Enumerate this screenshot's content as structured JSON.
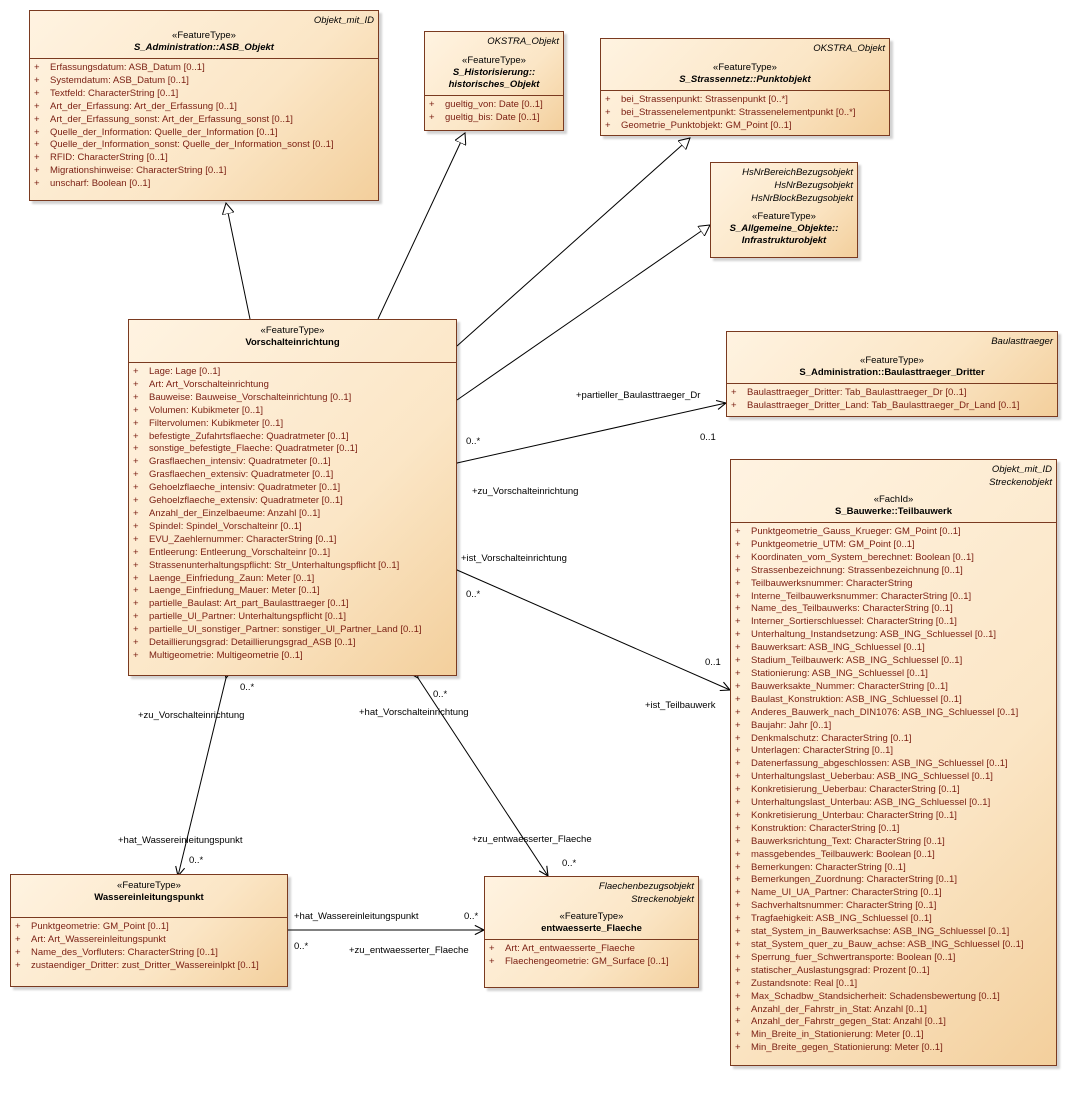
{
  "classes": {
    "asb_objekt": {
      "tags": [
        "Objekt_mit_ID"
      ],
      "stereotype": "«FeatureType»",
      "name": "S_Administration::ASB_Objekt",
      "attributes": [
        "Erfassungsdatum: ASB_Datum [0..1]",
        "Systemdatum: ASB_Datum [0..1]",
        "Textfeld: CharacterString [0..1]",
        "Art_der_Erfassung: Art_der_Erfassung [0..1]",
        "Art_der_Erfassung_sonst: Art_der_Erfassung_sonst [0..1]",
        "Quelle_der_Information: Quelle_der_Information [0..1]",
        "Quelle_der_Information_sonst: Quelle_der_Information_sonst [0..1]",
        "RFID: CharacterString [0..1]",
        "Migrationshinweise: CharacterString [0..1]",
        "unscharf: Boolean [0..1]"
      ]
    },
    "historisches_objekt": {
      "tags": [
        "OKSTRA_Objekt"
      ],
      "stereotype": "«FeatureType»",
      "name": "S_Historisierung::",
      "name2": "historisches_Objekt",
      "attributes": [
        "gueltig_von: Date [0..1]",
        "gueltig_bis: Date [0..1]"
      ]
    },
    "punktobjekt": {
      "tags": [
        "OKSTRA_Objekt"
      ],
      "stereotype": "«FeatureType»",
      "name": "S_Strassennetz::Punktobjekt",
      "attributes": [
        "bei_Strassenpunkt: Strassenpunkt [0..*]",
        "bei_Strassenelementpunkt: Strassenelementpunkt [0..*]",
        "Geometrie_Punktobjekt: GM_Point [0..1]"
      ]
    },
    "infrastrukturobjekt": {
      "tags": [
        "HsNrBereichBezugsobjekt",
        "HsNrBezugsobjekt",
        "HsNrBlockBezugsobjekt"
      ],
      "stereotype": "«FeatureType»",
      "name": "S_Allgemeine_Objekte::",
      "name2": "Infrastrukturobjekt",
      "attributes": []
    },
    "baulasttraeger": {
      "tags": [
        "Baulasttraeger"
      ],
      "stereotype": "«FeatureType»",
      "name": "S_Administration::Baulasttraeger_Dritter",
      "attributes": [
        "Baulasttraeger_Dritter: Tab_Baulasttraeger_Dr [0..1]",
        "Baulasttraeger_Dritter_Land: Tab_Baulasttraeger_Dr_Land [0..1]"
      ]
    },
    "vorschalteinrichtung": {
      "tags": [],
      "stereotype": "«FeatureType»",
      "name": "Vorschalteinrichtung",
      "attributes": [
        "Lage: Lage [0..1]",
        "Art: Art_Vorschalteinrichtung",
        "Bauweise: Bauweise_Vorschalteinrichtung [0..1]",
        "Volumen: Kubikmeter [0..1]",
        "Filtervolumen: Kubikmeter [0..1]",
        "befestigte_Zufahrtsflaeche: Quadratmeter [0..1]",
        "sonstige_befestigte_Flaeche: Quadratmeter [0..1]",
        "Grasflaechen_intensiv: Quadratmeter [0..1]",
        "Grasflaechen_extensiv: Quadratmeter [0..1]",
        "Gehoelzflaeche_intensiv: Quadratmeter [0..1]",
        "Gehoelzflaeche_extensiv: Quadratmeter [0..1]",
        "Anzahl_der_Einzelbaeume: Anzahl [0..1]",
        "Spindel: Spindel_Vorschalteinr [0..1]",
        "EVU_Zaehlernummer: CharacterString [0..1]",
        "Entleerung: Entleerung_Vorschalteinr [0..1]",
        "Strassenunterhaltungspflicht: Str_Unterhaltungspflicht [0..1]",
        "Laenge_Einfriedung_Zaun: Meter [0..1]",
        "Laenge_Einfriedung_Mauer: Meter [0..1]",
        "partielle_Baulast: Art_part_Baulasttraeger [0..1]",
        "partielle_Ul_Partner: Unterhaltungspflicht [0..1]",
        "partielle_Ul_sonstiger_Partner: sonstiger_Ul_Partner_Land [0..1]",
        "Detaillierungsgrad: Detaillierungsgrad_ASB [0..1]",
        "Multigeometrie: Multigeometrie [0..1]"
      ]
    },
    "teilbauwerk": {
      "tags": [
        "Objekt_mit_ID",
        "Streckenobjekt"
      ],
      "stereotype": "«FachId»",
      "name": "S_Bauwerke::Teilbauwerk",
      "attributes": [
        "Punktgeometrie_Gauss_Krueger: GM_Point [0..1]",
        "Punktgeometrie_UTM: GM_Point [0..1]",
        "Koordinaten_vom_System_berechnet: Boolean [0..1]",
        "Strassenbezeichnung: Strassenbezeichnung [0..1]",
        "Teilbauwerksnummer: CharacterString",
        "Interne_Teilbauwerksnummer: CharacterString [0..1]",
        "Name_des_Teilbauwerks: CharacterString [0..1]",
        "Interner_Sortierschluessel: CharacterString [0..1]",
        "Unterhaltung_Instandsetzung: ASB_ING_Schluessel [0..1]",
        "Bauwerksart: ASB_ING_Schluessel [0..1]",
        "Stadium_Teilbauwerk: ASB_ING_Schluessel [0..1]",
        "Stationierung: ASB_ING_Schluessel [0..1]",
        "Bauwerksakte_Nummer: CharacterString [0..1]",
        "Baulast_Konstruktion: ASB_ING_Schluessel [0..1]",
        "Anderes_Bauwerk_nach_DIN1076: ASB_ING_Schluessel [0..1]",
        "Baujahr: Jahr [0..1]",
        "Denkmalschutz: CharacterString [0..1]",
        "Unterlagen: CharacterString [0..1]",
        "Datenerfassung_abgeschlossen: ASB_ING_Schluessel [0..1]",
        "Unterhaltungslast_Ueberbau: ASB_ING_Schluessel [0..1]",
        "Konkretisierung_Ueberbau: CharacterString [0..1]",
        "Unterhaltungslast_Unterbau: ASB_ING_Schluessel [0..1]",
        "Konkretisierung_Unterbau: CharacterString [0..1]",
        "Konstruktion: CharacterString [0..1]",
        "Bauwerksrichtung_Text: CharacterString [0..1]",
        "massgebendes_Teilbauwerk: Boolean [0..1]",
        "Bemerkungen: CharacterString [0..1]",
        "Bemerkungen_Zuordnung: CharacterString [0..1]",
        "Name_UI_UA_Partner: CharacterString [0..1]",
        "Sachverhaltsnummer: CharacterString [0..1]",
        "Tragfaehigkeit: ASB_ING_Schluessel [0..1]",
        "stat_System_in_Bauwerksachse: ASB_ING_Schluessel [0..1]",
        "stat_System_quer_zu_Bauw_achse: ASB_ING_Schluessel [0..1]",
        "Sperrung_fuer_Schwertransporte: Boolean [0..1]",
        "statischer_Auslastungsgrad: Prozent [0..1]",
        "Zustandsnote: Real [0..1]",
        "Max_Schadbw_Standsicherheit: Schadensbewertung [0..1]",
        "Anzahl_der_Fahrstr_in_Stat: Anzahl [0..1]",
        "Anzahl_der_Fahrstr_gegen_Stat: Anzahl [0..1]",
        "Min_Breite_in_Stationierung: Meter [0..1]",
        "Min_Breite_gegen_Stationierung: Meter [0..1]"
      ]
    },
    "wassereinleitungspunkt": {
      "tags": [],
      "stereotype": "«FeatureType»",
      "name": "Wassereinleitungspunkt",
      "attributes": [
        "Punktgeometrie: GM_Point [0..1]",
        "Art: Art_Wassereinleitungspunkt",
        "Name_des_Vorfluters: CharacterString [0..1]",
        "zustaendiger_Dritter: zust_Dritter_Wassereinlpkt [0..1]"
      ]
    },
    "entwaesserte_flaeche": {
      "tags": [
        "Flaechenbezugsobjekt",
        "Streckenobjekt"
      ],
      "stereotype": "«FeatureType»",
      "name": "entwaesserte_Flaeche",
      "attributes": [
        "Art: Art_entwaesserte_Flaeche",
        "Flaechengeometrie: GM_Surface [0..1]"
      ]
    }
  },
  "attribute_prefix": "+",
  "associations": {
    "baulast_role": "+partieller_Baulasttraeger_Dr",
    "baulast_mult_v": "0..*",
    "baulast_mult_b": "0..1",
    "zu_vorschalt_1": "+zu_Vorschalteinrichtung",
    "ist_vorschalt": "+ist_Vorschalteinrichtung",
    "teil_mult_v": "0..*",
    "teil_mult_t": "0..1",
    "ist_teilbauwerk": "+ist_Teilbauwerk",
    "zu_vorschalt_2": "+zu_Vorschalteinrichtung",
    "wasser_mult_v": "0..*",
    "hat_wasser_1": "+hat_Wassereinleitungspunkt",
    "wasser_mult_w": "0..*",
    "hat_vorschalt": "+hat_Vorschalteinrichtung",
    "flaeche_mult_v": "0..*",
    "zu_entw_1": "+zu_entwaesserter_Flaeche",
    "flaeche_mult_f": "0..*",
    "hat_wasser_2": "+hat_Wassereinleitungspunkt",
    "wf_mult_f": "0..*",
    "wf_mult_w": "0..*",
    "zu_entw_2": "+zu_entwaesserter_Flaeche"
  }
}
